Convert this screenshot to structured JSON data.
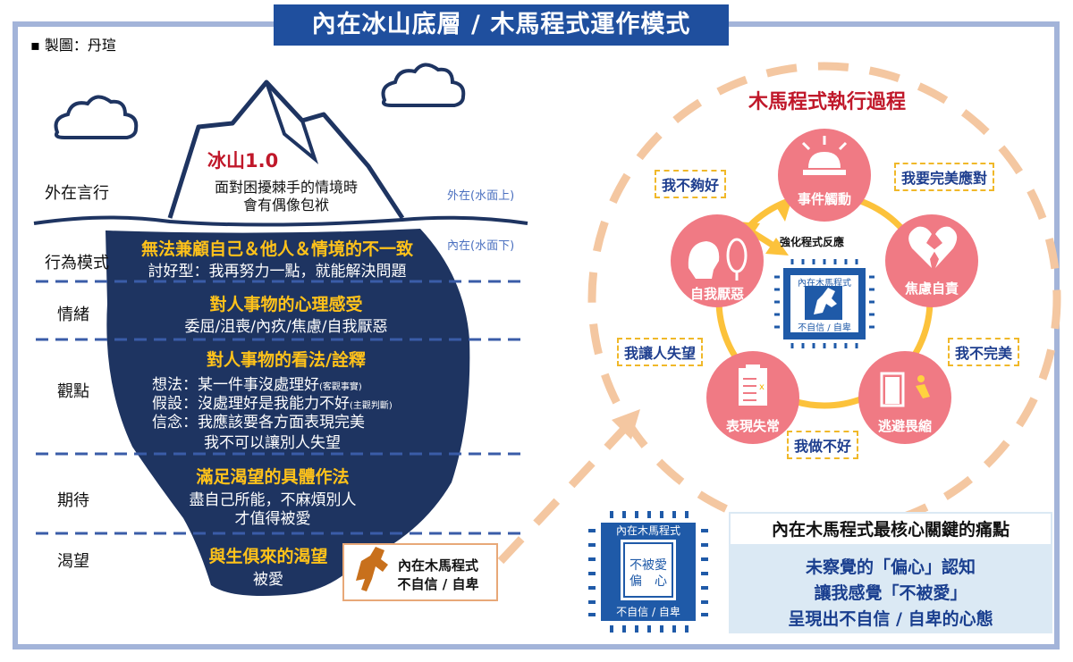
{
  "title": "內在冰山底層 / 木馬程式運作模式",
  "credit": "▪ 製圖：丹瑄",
  "left_labels": [
    "外在言行",
    "行為模式",
    "情緒",
    "觀點",
    "期待",
    "渴望"
  ],
  "levels": {
    "above": "外在(水面上)",
    "below": "內在(水面下)"
  },
  "iceberg": {
    "tip_title": "冰山1.0",
    "tip_lines": [
      "面對困擾棘手的情境時",
      "會有偶像包袱"
    ],
    "behavior_head": "無法兼顧自己＆他人＆情境的不一致",
    "behavior_line": "討好型：我再努力一點，就能解決問題",
    "emotion_head": "對人事物的心理感受",
    "emotion_line": "委屈/沮喪/內疚/焦慮/自我厭惡",
    "view_head": "對人事物的看法/詮釋",
    "view_lines": [
      {
        "text": "想法：某一件事沒處理好",
        "note": "(客觀事實)"
      },
      {
        "text": "假設：沒處理好是我能力不好",
        "note": "(主觀判斷)"
      },
      {
        "text": "信念：我應該要各方面表現完美",
        "note": ""
      },
      {
        "text": "我不可以讓別人失望",
        "note": ""
      }
    ],
    "expect_head": "滿足渴望的具體作法",
    "expect_lines": [
      "盡自己所能，不麻煩別人",
      "才值得被愛"
    ],
    "desire_head": "與生俱來的渴望",
    "desire_line": "被愛"
  },
  "horse_box": {
    "lines": [
      "內在木馬程式",
      "不自信 / 自卑"
    ]
  },
  "process": {
    "title": "木馬程式執行過程",
    "nodes": [
      "事件觸動",
      "焦慮自責",
      "逃避畏縮",
      "表現失常",
      "自我厭惡"
    ],
    "tags": [
      "我要完美應對",
      "我不完美",
      "我做不好",
      "我讓人失望",
      "我不夠好"
    ],
    "reinforce": "強化程式反應",
    "chip_small": {
      "top": "內在木馬程式",
      "bottom": "不自信 / 自卑"
    }
  },
  "chip_large": {
    "top": "內在木馬程式",
    "center": [
      "不被愛",
      "偏　心"
    ],
    "bottom": "不自信 / 自卑"
  },
  "key": {
    "head": "內在木馬程式最核心關鍵的痛點",
    "lines": [
      "未察覺的「偏心」認知",
      "讓我感覺「不被愛」",
      "呈現出不自信 / 自卑的心態"
    ]
  },
  "colors": {
    "navy": "#1e3461",
    "title_blue": "#1f4f9e",
    "pink": "#f07a84",
    "yellow": "#fcc23b",
    "orange_dash": "#f4c7a1",
    "accent_red": "#c0182a"
  }
}
